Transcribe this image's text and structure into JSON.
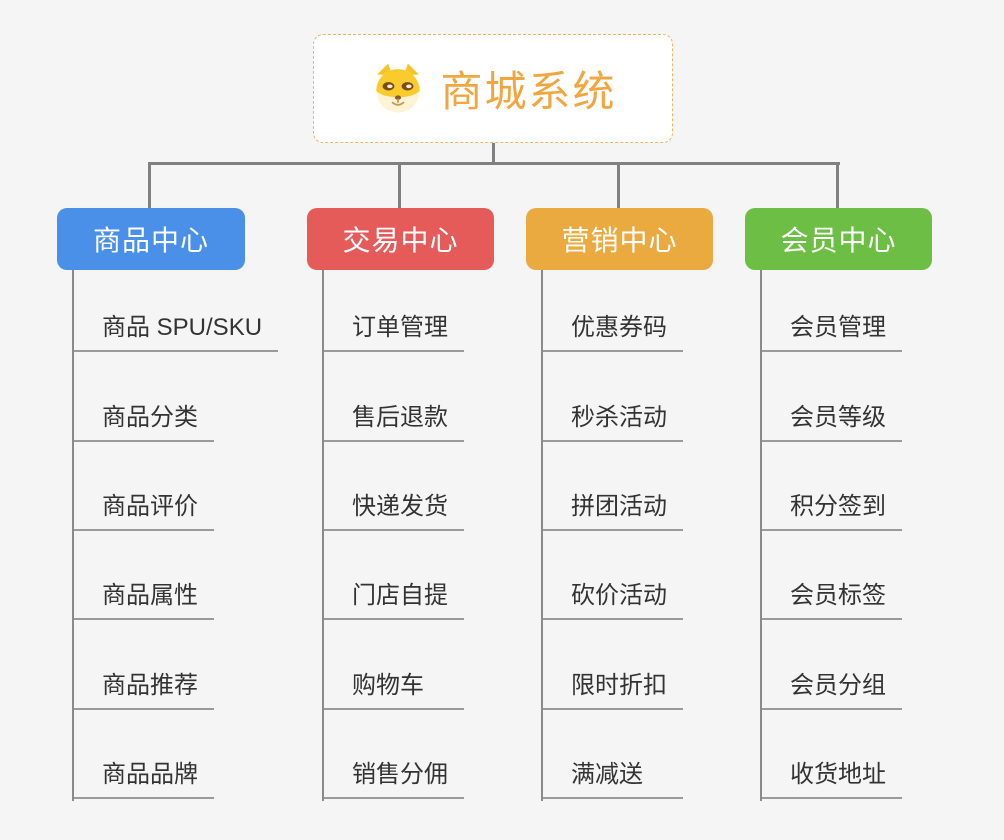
{
  "root": {
    "title": "商城系统",
    "icon": "shiba-dog-icon",
    "accent_color": "#F2A640",
    "border_color": "#F3B45A"
  },
  "connector_color": "#808080",
  "branches": [
    {
      "label": "商品中心",
      "color": "#4A8FE8",
      "items": [
        "商品 SPU/SKU",
        "商品分类",
        "商品评价",
        "商品属性",
        "商品推荐",
        "商品品牌"
      ]
    },
    {
      "label": "交易中心",
      "color": "#E45B5A",
      "items": [
        "订单管理",
        "售后退款",
        "快递发货",
        "门店自提",
        "购物车",
        "销售分佣"
      ]
    },
    {
      "label": "营销中心",
      "color": "#EBAA40",
      "items": [
        "优惠券码",
        "秒杀活动",
        "拼团活动",
        "砍价活动",
        "限时折扣",
        "满减送"
      ]
    },
    {
      "label": "会员中心",
      "color": "#6DBE44",
      "items": [
        "会员管理",
        "会员等级",
        "积分签到",
        "会员标签",
        "会员分组",
        "收货地址"
      ]
    }
  ]
}
